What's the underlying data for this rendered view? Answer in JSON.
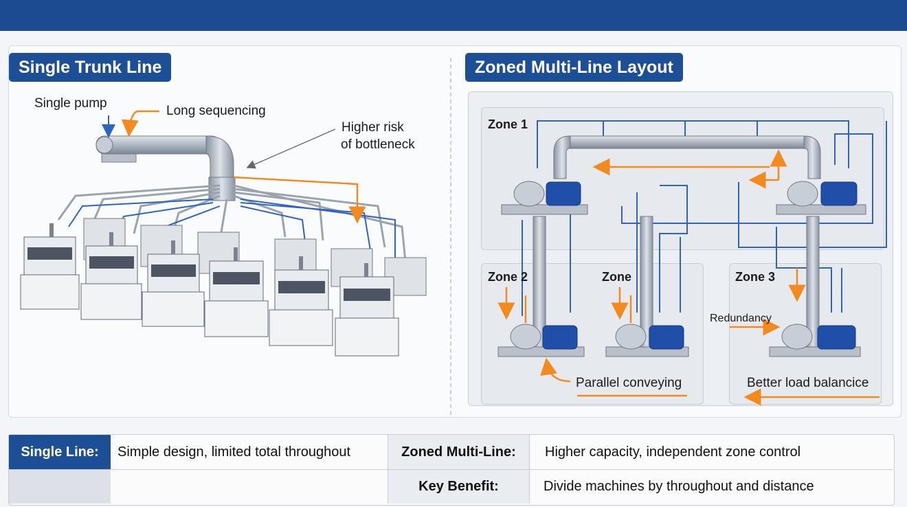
{
  "left": {
    "title": "Single Trunk Line",
    "labels": {
      "single_pump": "Single pump",
      "long_sequencing": "Long sequencing",
      "higher_risk_line1": "Higher risk",
      "higher_risk_line2": "of bottleneck"
    }
  },
  "right": {
    "title": "Zoned Multi-Line Layout",
    "zones": {
      "zone1": "Zone 1",
      "zone2": "Zone 2",
      "zone_mid": "Zone",
      "zone3": "Zone 3"
    },
    "labels": {
      "redundancy": "Redundancy",
      "parallel": "Parallel conveying",
      "balance": "Better load balancice"
    }
  },
  "footer": {
    "single_key": "Single Line:",
    "single_val": "Simple design, limited total throughout",
    "zoned_key": "Zoned Multi-Line:",
    "zoned_val": "Higher capacity, independent zone control",
    "benefit_key": "Key Benefit:",
    "benefit_val": "Divide machines by throughout and distance"
  },
  "colors": {
    "header_blue": "#1c4b92",
    "pipe_blue": "#2f63c0",
    "flow_orange": "#f28a1e",
    "pipe_steel": "#aab3bf"
  }
}
